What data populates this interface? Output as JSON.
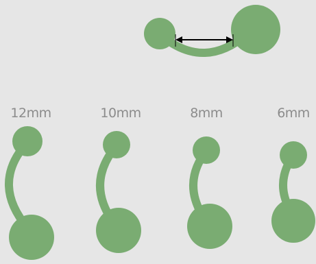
{
  "colors": {
    "background": "#e6e6e6",
    "jewelry": "#7aac72",
    "label_text": "#8c8c8c",
    "measure_arrow": "#000000"
  },
  "diagram": {
    "measure_icon": "double-headed-arrow-icon"
  },
  "sizes": [
    {
      "label": "12mm"
    },
    {
      "label": "10mm"
    },
    {
      "label": "8mm"
    },
    {
      "label": "6mm"
    }
  ]
}
